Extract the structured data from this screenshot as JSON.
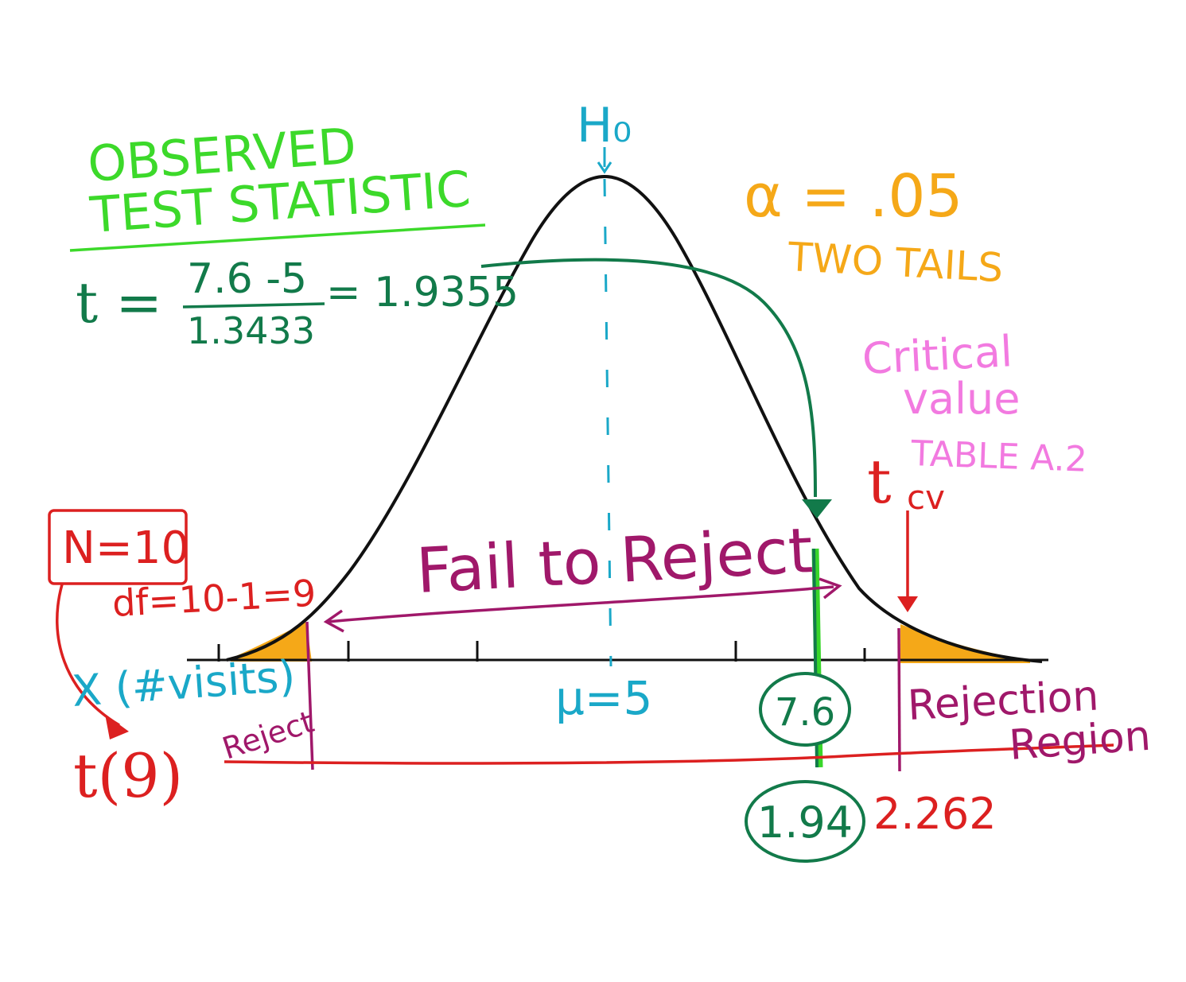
{
  "title": {
    "line1": "OBSERVED",
    "line2": "TEST STATISTIC"
  },
  "formula": {
    "lhs": "t =",
    "numerator": "7.6 -5",
    "denominator": "1.3433",
    "result": "= 1.9355"
  },
  "null_hypothesis": "H₀",
  "mean_label": "μ=5",
  "alpha": {
    "value": "α = .05",
    "tails": "TWO TAILS"
  },
  "critical_value": {
    "line1": "Critical",
    "line2": "value",
    "source": "TABLE A.2",
    "symbol_main": "t",
    "symbol_sub": "cv",
    "value": "2.262"
  },
  "sample": {
    "n": "N=10",
    "df": "df=10-1=9"
  },
  "axes": {
    "x_label": "X (#visits)",
    "t_label": "t(9)"
  },
  "observed": {
    "x_value": "7.6",
    "t_value": "1.94"
  },
  "regions": {
    "fail_to_reject": "Fail to Reject",
    "reject_left": "Reject",
    "rejection_right_line1": "Rejection",
    "rejection_right_line2": "Region"
  },
  "colors": {
    "title": "#3cd92a",
    "formula": "#127a4a",
    "hypothesis": "#1aa8c8",
    "alpha": "#f5a818",
    "critical": "#f27ae0",
    "red": "#dc2020",
    "magenta": "#a0186a",
    "curve": "#111111",
    "tail_fill": "#f5a818",
    "observed_bar": "#39d62a"
  }
}
